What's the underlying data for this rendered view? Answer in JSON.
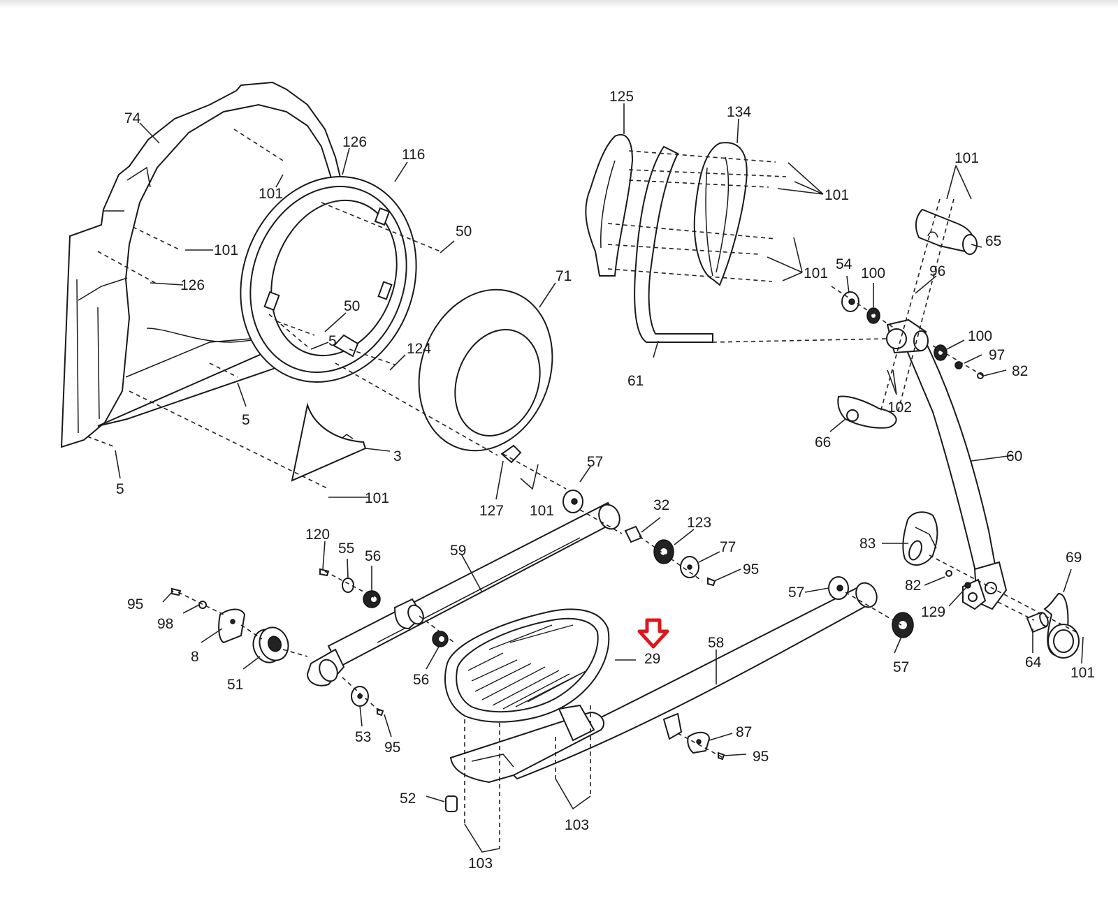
{
  "diagram": {
    "type": "exploded-parts-diagram",
    "subject": "elliptical trainer frame, pedal arms and upright assembly",
    "highlight": {
      "part": "29",
      "description": "pedal",
      "arrow_color": "#e0151b"
    },
    "labels": {
      "p74": "74",
      "p126a": "126",
      "p126b": "126",
      "p116": "116",
      "p101a": "101",
      "p101b": "101",
      "p101c": "101",
      "p101d": "101",
      "p101e": "101",
      "p101f": "101",
      "p101g": "101",
      "p101h": "101",
      "p50a": "50",
      "p50b": "50",
      "p5a": "5",
      "p5b": "5",
      "p5c": "5",
      "p124": "124",
      "p3": "3",
      "p71": "71",
      "p127": "127",
      "p57a": "57",
      "p57b": "57",
      "p57c": "57",
      "p125": "125",
      "p134": "134",
      "p61": "61",
      "p65": "65",
      "p54": "54",
      "p100a": "100",
      "p100b": "100",
      "p96": "96",
      "p97": "97",
      "p82a": "82",
      "p82b": "82",
      "p102": "102",
      "p66": "66",
      "p60": "60",
      "p83": "83",
      "p129": "129",
      "p69": "69",
      "p64": "64",
      "p32": "32",
      "p123": "123",
      "p77": "77",
      "p95a": "95",
      "p95b": "95",
      "p95c": "95",
      "p95d": "95",
      "p120": "120",
      "p55": "55",
      "p56a": "56",
      "p56b": "56",
      "p59": "59",
      "p98": "98",
      "p8": "8",
      "p51": "51",
      "p53": "53",
      "p29": "29",
      "p58": "58",
      "p87": "87",
      "p52": "52",
      "p103a": "103",
      "p103b": "103"
    },
    "parts_list": [
      "3",
      "5",
      "8",
      "29",
      "32",
      "50",
      "51",
      "52",
      "53",
      "54",
      "55",
      "56",
      "57",
      "58",
      "59",
      "60",
      "61",
      "64",
      "65",
      "66",
      "69",
      "71",
      "74",
      "77",
      "82",
      "83",
      "87",
      "95",
      "96",
      "97",
      "98",
      "100",
      "101",
      "102",
      "103",
      "116",
      "120",
      "123",
      "124",
      "125",
      "126",
      "127",
      "129",
      "134"
    ]
  }
}
